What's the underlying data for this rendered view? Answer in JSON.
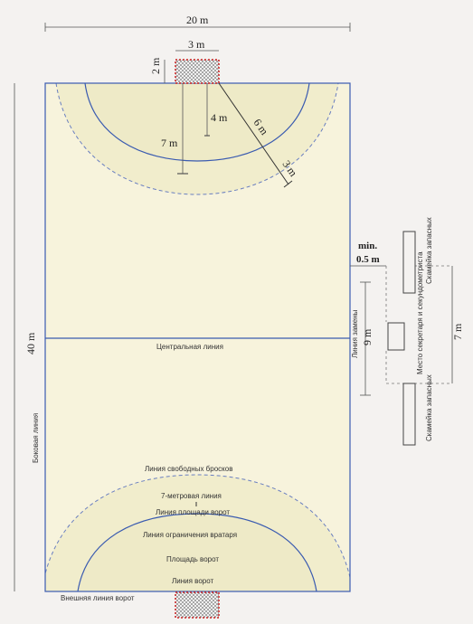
{
  "dimensions": {
    "width": "20 m",
    "length": "40 m",
    "goal_width": "3 m",
    "goal_depth": "2 m",
    "goalkeeper_line": "4 m",
    "seven_meter": "7 m",
    "six_meter": "6 m",
    "three_meter": "3 m",
    "min_gap": "min.\n0.5 m",
    "substitution_line": "9 m",
    "bench_distance": "7 m"
  },
  "labels": {
    "center_line": "Центральная линия",
    "side_line": "Боковая линия",
    "substitution_line": "Линия замены",
    "free_throw_line": "Линия свободных бросков",
    "seven_m_line": "7-метровая линия",
    "goal_area_line": "Линия площади ворот",
    "goalkeeper_limit_line": "Линия ограничения вратаря",
    "goal_area": "Площадь ворот",
    "goal_line": "Линия ворот",
    "outer_goal_line": "Внешняя линия ворот",
    "bench_top": "Скамейка запасных",
    "bench_bottom": "Скамейка запасных",
    "timekeeper": "Место секретаря и секундометриста"
  },
  "colors": {
    "court": "#f7f3dc",
    "lines": "#3a5bb0",
    "dim_lines": "#333333",
    "goal_net": "#cc2222"
  }
}
